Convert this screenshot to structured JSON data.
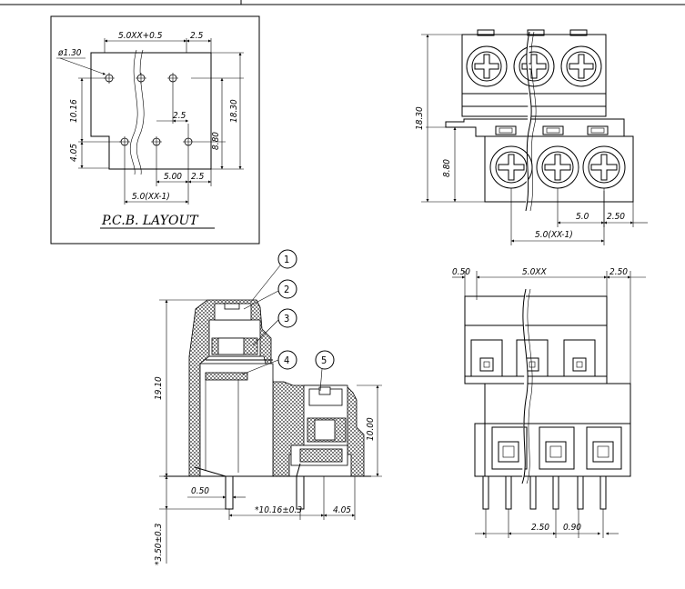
{
  "pcb": {
    "title": "P.C.B. LAYOUT",
    "dia": "ø1.30",
    "pitch_top": "5.0XX+0.5",
    "edge_top": "2.5",
    "h_1016": "10.16",
    "h_405": "4.05",
    "inner_25": "2.5",
    "h_880": "8.80",
    "h_1830": "18.30",
    "bot_500": "5.00",
    "bot_25": "2.5",
    "bot_pitch": "5.0(XX-1)"
  },
  "top_view": {
    "h_1830": "18.30",
    "h_880": "8.80",
    "d_50": "5.0",
    "d_250": "2.50",
    "pitch": "5.0(XX-1)"
  },
  "side_view": {
    "callouts": [
      "1",
      "2",
      "3",
      "4",
      "5"
    ],
    "h_1910": "19.10",
    "h_1000": "10.00",
    "d_050": "0.50",
    "d_1016": "*10.16±0.3",
    "d_405": "4.05",
    "d_350": "*3.50±0.3"
  },
  "front_view": {
    "d_050": "0.50",
    "pitch": "5.0XX",
    "d_250_top": "2.50",
    "d_250_bot": "2.50",
    "d_090": "0.90"
  }
}
